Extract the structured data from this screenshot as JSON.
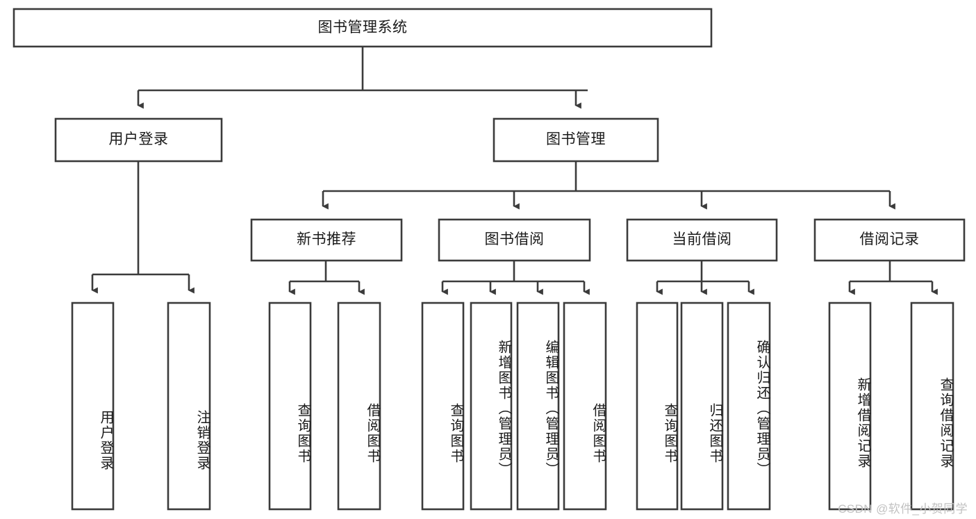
{
  "diagram": {
    "type": "tree",
    "title": "图书管理系统",
    "style": {
      "box_fill": "#ffffff",
      "box_stroke": "#3b3b3b",
      "text_color": "#1a1a1a",
      "background": "#ffffff",
      "watermark_color": "#c2c2c2"
    },
    "levels": [
      {
        "level": 1,
        "nodes": [
          {
            "id": "root",
            "label": "图书管理系统",
            "orientation": "horizontal"
          }
        ]
      },
      {
        "level": 2,
        "nodes": [
          {
            "id": "l2-user-login",
            "label": "用户登录",
            "orientation": "horizontal",
            "parent": "root"
          },
          {
            "id": "l2-book-manage",
            "label": "图书管理",
            "orientation": "horizontal",
            "parent": "root"
          }
        ]
      },
      {
        "level": 3,
        "nodes": [
          {
            "id": "l3-new-book-rec",
            "label": "新书推荐",
            "orientation": "horizontal",
            "parent": "l2-book-manage"
          },
          {
            "id": "l3-book-borrow",
            "label": "图书借阅",
            "orientation": "horizontal",
            "parent": "l2-book-manage"
          },
          {
            "id": "l3-current-borrow",
            "label": "当前借阅",
            "orientation": "horizontal",
            "parent": "l2-book-manage"
          },
          {
            "id": "l3-borrow-record",
            "label": "借阅记录",
            "orientation": "horizontal",
            "parent": "l2-book-manage"
          }
        ]
      },
      {
        "level": 4,
        "nodes": [
          {
            "id": "leaf-user-login",
            "label": "用户登录",
            "orientation": "vertical",
            "parent": "l2-user-login"
          },
          {
            "id": "leaf-logout",
            "label": "注销登录",
            "orientation": "vertical",
            "parent": "l2-user-login"
          },
          {
            "id": "leaf-query-book-1",
            "label": "查询图书",
            "orientation": "vertical",
            "parent": "l3-new-book-rec"
          },
          {
            "id": "leaf-borrow-book-1",
            "label": "借阅图书",
            "orientation": "vertical",
            "parent": "l3-new-book-rec"
          },
          {
            "id": "leaf-query-book-2",
            "label": "查询图书",
            "orientation": "vertical",
            "parent": "l3-book-borrow"
          },
          {
            "id": "leaf-add-book",
            "label": "新增图书（管理员）",
            "orientation": "vertical",
            "parent": "l3-book-borrow"
          },
          {
            "id": "leaf-edit-book",
            "label": "编辑图书（管理员）",
            "orientation": "vertical",
            "parent": "l3-book-borrow"
          },
          {
            "id": "leaf-borrow-book-2",
            "label": "借阅图书",
            "orientation": "vertical",
            "parent": "l3-book-borrow"
          },
          {
            "id": "leaf-query-book-3",
            "label": "查询图书",
            "orientation": "vertical",
            "parent": "l3-current-borrow"
          },
          {
            "id": "leaf-return-book",
            "label": "归还图书",
            "orientation": "vertical",
            "parent": "l3-current-borrow"
          },
          {
            "id": "leaf-confirm-return",
            "label": "确认归还（管理员）",
            "orientation": "vertical",
            "parent": "l3-current-borrow"
          },
          {
            "id": "leaf-add-record",
            "label": "新增借阅记录",
            "orientation": "vertical",
            "parent": "l3-borrow-record"
          },
          {
            "id": "leaf-query-record",
            "label": "查询借阅记录",
            "orientation": "vertical",
            "parent": "l3-borrow-record"
          }
        ]
      }
    ]
  },
  "watermark": {
    "text": "CSDN @软件_小贺同学"
  }
}
